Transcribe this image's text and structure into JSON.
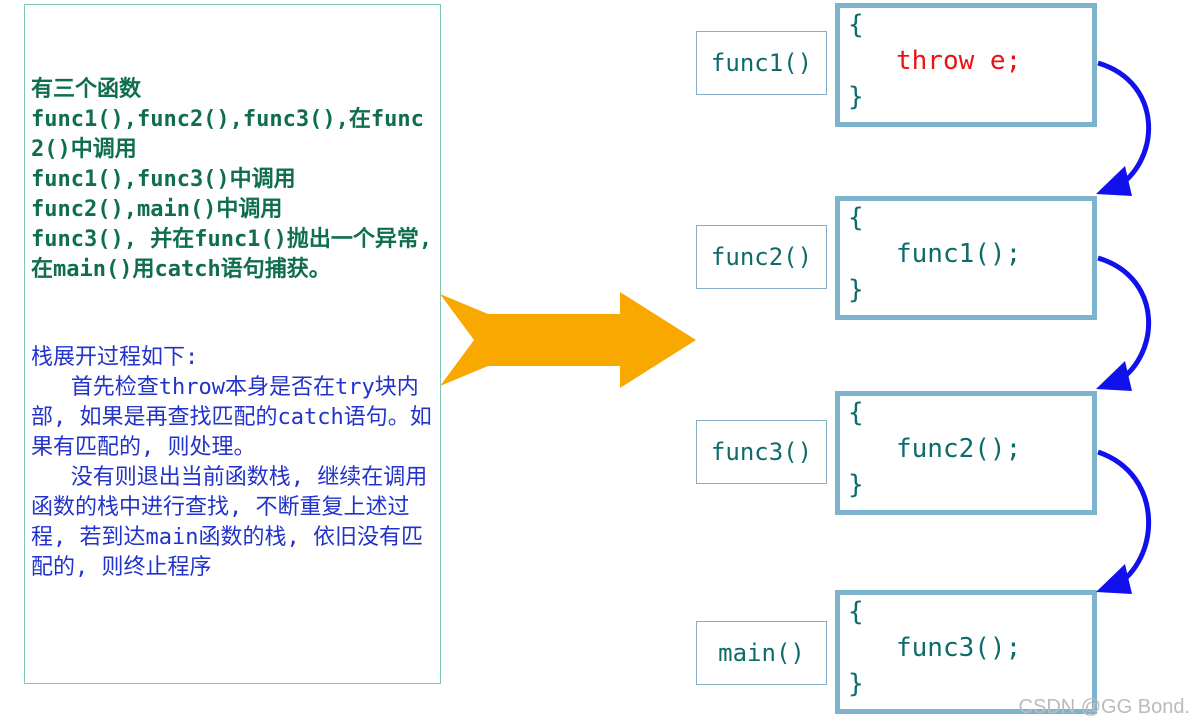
{
  "description_panel": {
    "intro_text": "有三个函数\nfunc1(),func2(),func3(),在func2()中调用\nfunc1(),func3()中调用\nfunc2(),main()中调用\nfunc3(), 并在func1()抛出一个异常, 在main()用catch语句捕获。",
    "stack_text": "栈展开过程如下:\n   首先检查throw本身是否在try块内部, 如果是再查找匹配的catch语句。如果有匹配的, 则处理。\n   没有则退出当前函数栈, 继续在调用函数的栈中进行查找, 不断重复上述过程, 若到达main函数的栈, 依旧没有匹配的, 则终止程序"
  },
  "call_stack": [
    {
      "name": "func1()",
      "open_brace": "{",
      "statement": "throw e;",
      "close_brace": "}"
    },
    {
      "name": "func2()",
      "open_brace": "{",
      "statement": "func1();",
      "close_brace": "}"
    },
    {
      "name": "func3()",
      "open_brace": "{",
      "statement": "func2();",
      "close_brace": "}"
    },
    {
      "name": "main()",
      "open_brace": "{",
      "statement": "func3();",
      "close_brace": "}"
    }
  ],
  "watermark": "CSDN @GG Bond.",
  "colors": {
    "intro_text": "#0f6e4e",
    "stack_text": "#2233cc",
    "throw_statement": "#ee1111",
    "code_text": "#0e6b6b",
    "box_border": "#7db3cc",
    "big_arrow": "#f9a800",
    "curve_arrow": "#1111ee"
  }
}
